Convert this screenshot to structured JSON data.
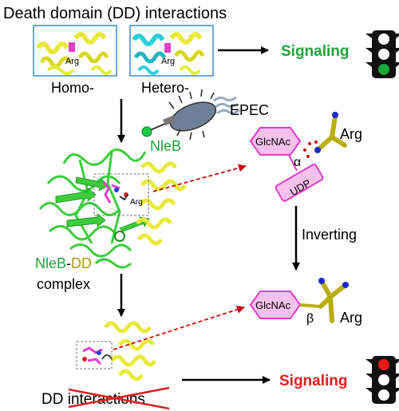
{
  "header": {
    "title": "Death domain (DD) interactions"
  },
  "panels": {
    "homo": {
      "caption": "Homo-",
      "residue": "Arg"
    },
    "hetero": {
      "caption": "Hetero-",
      "residue": "Arg"
    }
  },
  "bacteria": {
    "name": "EPEC",
    "effector": "NleB"
  },
  "complex": {
    "nleb": "NleB",
    "dash": "-",
    "dd": "DD",
    "word": "complex",
    "residue": "Arg"
  },
  "reaction": {
    "sugar_top": "GlcNAc",
    "alpha": "α",
    "arg_top": "Arg",
    "udp": "UDP",
    "process": "Inverting",
    "sugar_bottom": "GlcNAc",
    "beta": "β",
    "arg_bottom": "Arg"
  },
  "signaling": {
    "top_label": "Signaling",
    "bottom_label": "Signaling"
  },
  "footer": {
    "dd_word": "DD",
    "struck_word": "interactions"
  },
  "colors": {
    "green_text": "#1fa33a",
    "olive_text": "#a89c12",
    "red_text": "#e02020",
    "magenta": "#e040c8",
    "pink_fill": "#f4c0ec",
    "cyan": "#2ad0d8",
    "helix_yellow": "#e9e93a",
    "sheet_green": "#3ccc3c",
    "panel_border": "#3a8ad0",
    "arrow_red": "#c81010"
  },
  "icons": [
    "traffic-light-green-icon",
    "traffic-light-red-icon",
    "bacterium-icon",
    "syringe-icon"
  ]
}
